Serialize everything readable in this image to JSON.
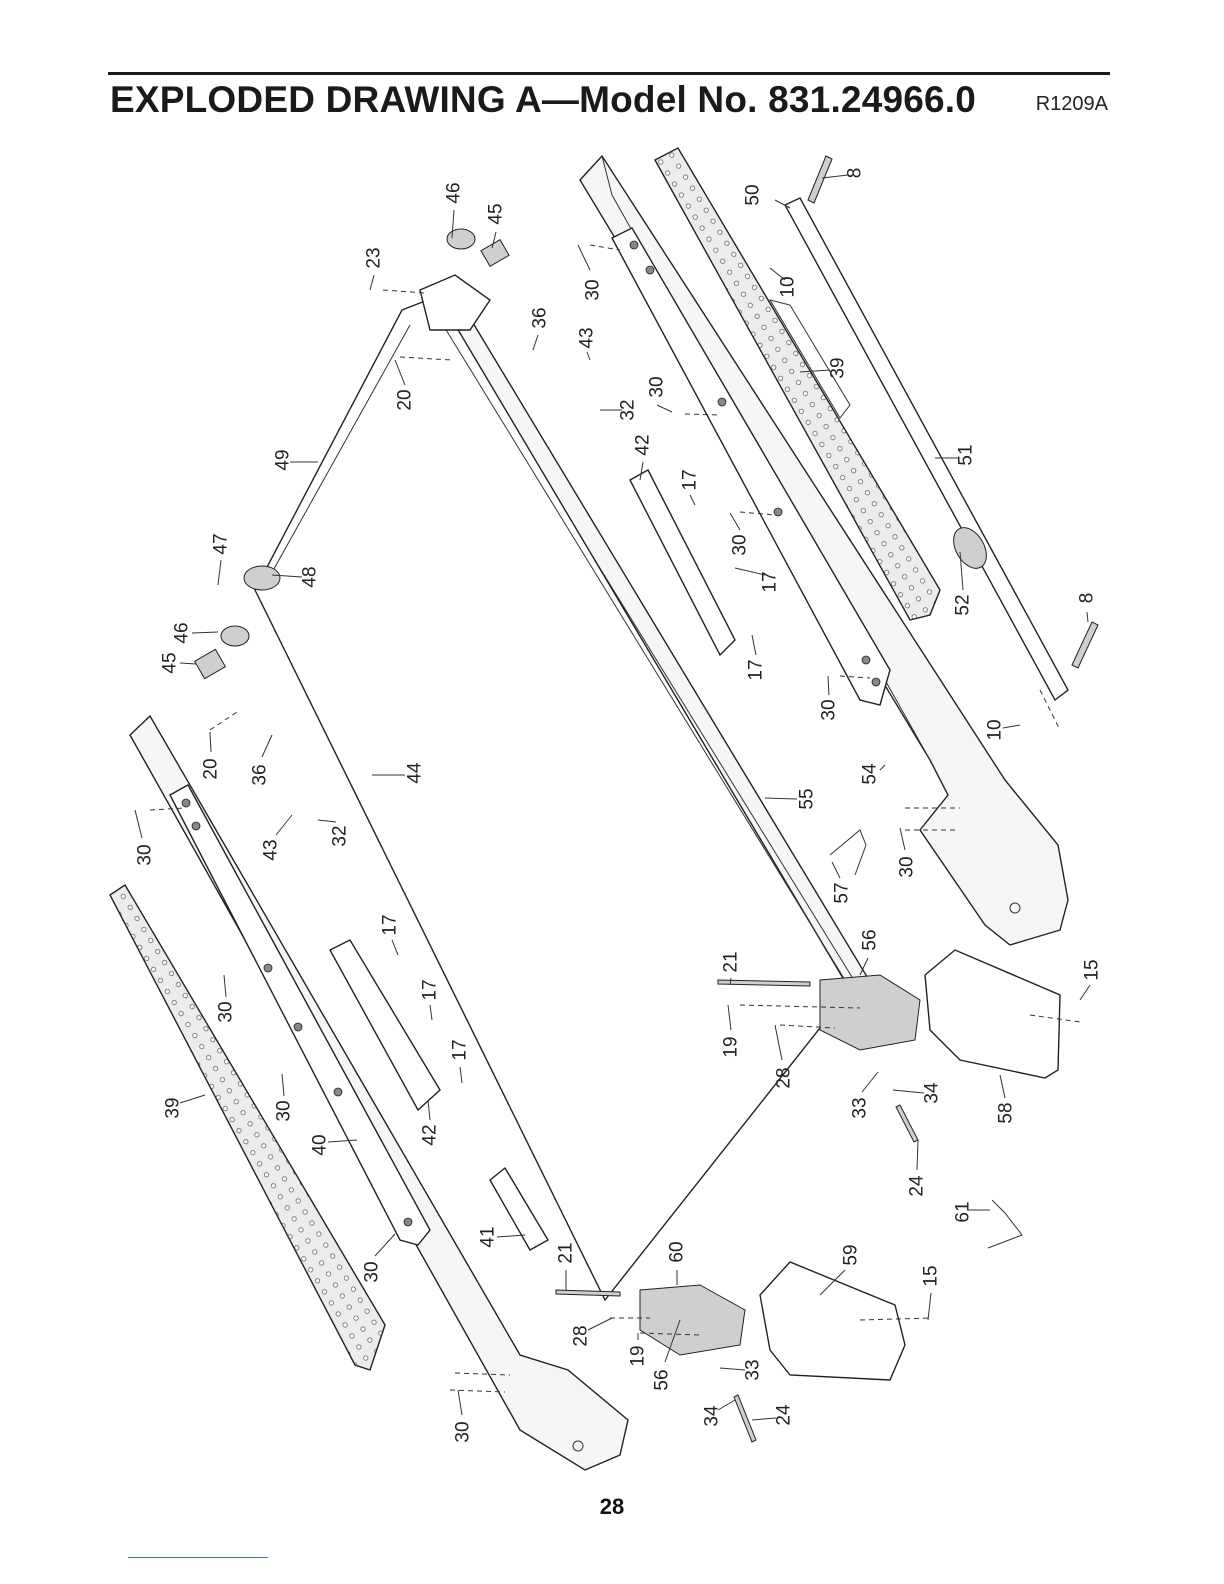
{
  "header": {
    "title": "EXPLODED DRAWING A—Model No. 831.24966.0",
    "drawing_code": "R1209A"
  },
  "page_number": "28",
  "callouts": [
    {
      "id": "c8a",
      "label": "8"
    },
    {
      "id": "c50",
      "label": "50"
    },
    {
      "id": "c10a",
      "label": "10"
    },
    {
      "id": "c46a",
      "label": "46"
    },
    {
      "id": "c45a",
      "label": "45"
    },
    {
      "id": "c23",
      "label": "23"
    },
    {
      "id": "c30a",
      "label": "30"
    },
    {
      "id": "c36a",
      "label": "36"
    },
    {
      "id": "c43a",
      "label": "43"
    },
    {
      "id": "c32a",
      "label": "32"
    },
    {
      "id": "c30b",
      "label": "30"
    },
    {
      "id": "c39a",
      "label": "39"
    },
    {
      "id": "c20a",
      "label": "20"
    },
    {
      "id": "c42a",
      "label": "42"
    },
    {
      "id": "c17a",
      "label": "17"
    },
    {
      "id": "c51",
      "label": "51"
    },
    {
      "id": "c49",
      "label": "49"
    },
    {
      "id": "c30c",
      "label": "30"
    },
    {
      "id": "c17b",
      "label": "17"
    },
    {
      "id": "c47",
      "label": "47"
    },
    {
      "id": "c48",
      "label": "48"
    },
    {
      "id": "c52",
      "label": "52"
    },
    {
      "id": "c8b",
      "label": "8"
    },
    {
      "id": "c46b",
      "label": "46"
    },
    {
      "id": "c45b",
      "label": "45"
    },
    {
      "id": "c17c",
      "label": "17"
    },
    {
      "id": "c30d",
      "label": "30"
    },
    {
      "id": "c10b",
      "label": "10"
    },
    {
      "id": "c20b",
      "label": "20"
    },
    {
      "id": "c36b",
      "label": "36"
    },
    {
      "id": "c44",
      "label": "44"
    },
    {
      "id": "c54",
      "label": "54"
    },
    {
      "id": "c55",
      "label": "55"
    },
    {
      "id": "c30e",
      "label": "30"
    },
    {
      "id": "c43b",
      "label": "43"
    },
    {
      "id": "c32b",
      "label": "32"
    },
    {
      "id": "c30f",
      "label": "30"
    },
    {
      "id": "c57",
      "label": "57"
    },
    {
      "id": "c17d",
      "label": "17"
    },
    {
      "id": "c56a",
      "label": "56"
    },
    {
      "id": "c21a",
      "label": "21"
    },
    {
      "id": "c15a",
      "label": "15"
    },
    {
      "id": "c30g",
      "label": "30"
    },
    {
      "id": "c17e",
      "label": "17"
    },
    {
      "id": "c17f",
      "label": "17"
    },
    {
      "id": "c19a",
      "label": "19"
    },
    {
      "id": "c28a",
      "label": "28"
    },
    {
      "id": "c33a",
      "label": "33"
    },
    {
      "id": "c34a",
      "label": "34"
    },
    {
      "id": "c58",
      "label": "58"
    },
    {
      "id": "c39b",
      "label": "39"
    },
    {
      "id": "c30h",
      "label": "30"
    },
    {
      "id": "c40",
      "label": "40"
    },
    {
      "id": "c42b",
      "label": "42"
    },
    {
      "id": "c24a",
      "label": "24"
    },
    {
      "id": "c61",
      "label": "61"
    },
    {
      "id": "c41",
      "label": "41"
    },
    {
      "id": "c21b",
      "label": "21"
    },
    {
      "id": "c60",
      "label": "60"
    },
    {
      "id": "c59",
      "label": "59"
    },
    {
      "id": "c30i",
      "label": "30"
    },
    {
      "id": "c15b",
      "label": "15"
    },
    {
      "id": "c28b",
      "label": "28"
    },
    {
      "id": "c19b",
      "label": "19"
    },
    {
      "id": "c56b",
      "label": "56"
    },
    {
      "id": "c33b",
      "label": "33"
    },
    {
      "id": "c34b",
      "label": "34"
    },
    {
      "id": "c24b",
      "label": "24"
    },
    {
      "id": "c30j",
      "label": "30"
    }
  ]
}
